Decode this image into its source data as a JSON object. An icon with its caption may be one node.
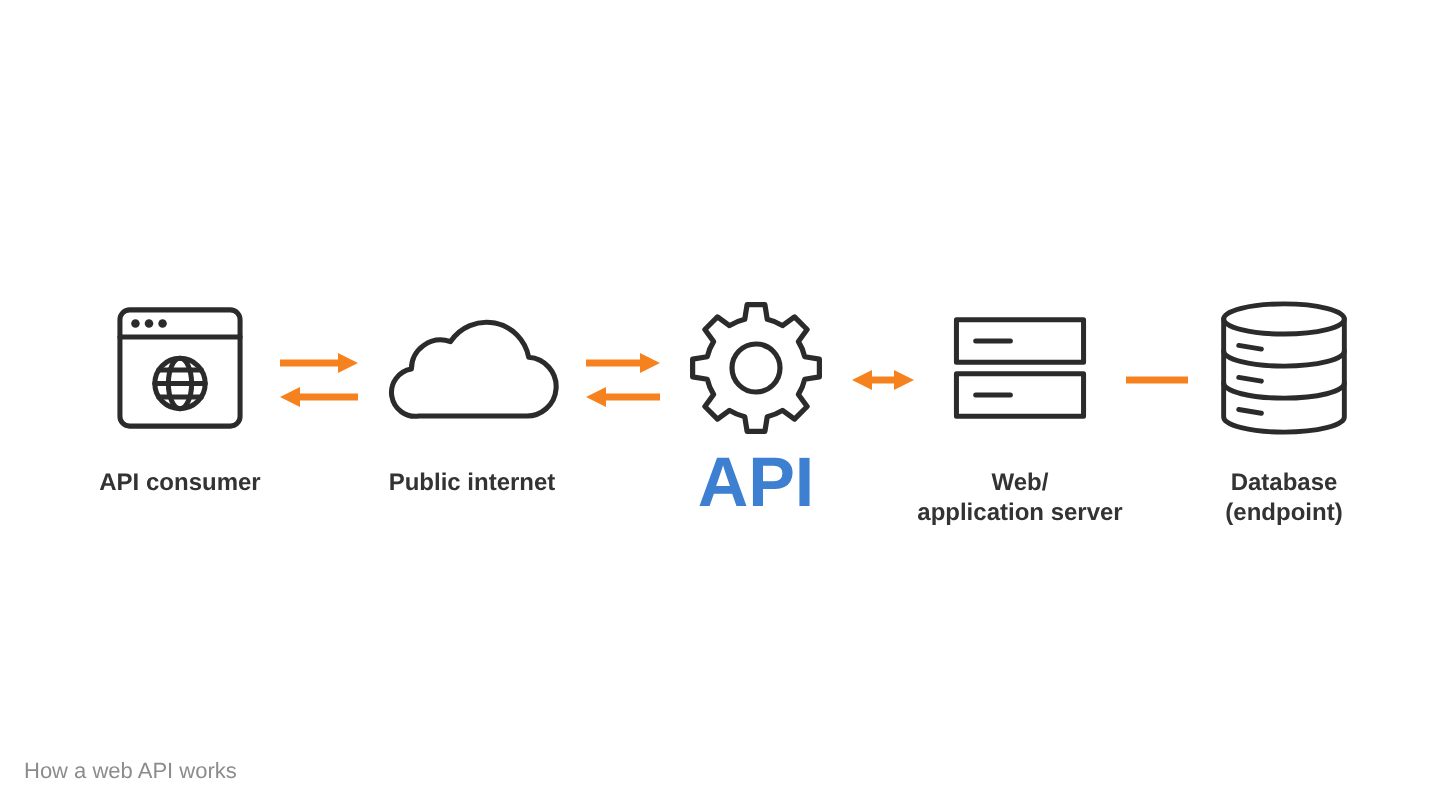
{
  "diagram": {
    "caption": "How a web API works",
    "nodes": [
      {
        "text": [
          "API consumer"
        ]
      },
      {
        "text": [
          "Public internet"
        ]
      },
      {
        "text": [
          "API"
        ]
      },
      {
        "text": [
          "Web/ application server"
        ]
      },
      {
        "text": [
          "Database (endpoint)"
        ]
      }
    ],
    "edges": [
      {
        "from": 0,
        "to": 1,
        "arrow": "to"
      },
      {
        "from": 1,
        "to": 0,
        "arrow": "to"
      },
      {
        "from": 1,
        "to": 2,
        "arrow": "to"
      },
      {
        "from": 2,
        "to": 1,
        "arrow": "to"
      },
      {
        "from": 2,
        "to": 3,
        "arrow": "both"
      },
      {
        "from": 3,
        "to": 4,
        "arrow": "none"
      }
    ]
  }
}
